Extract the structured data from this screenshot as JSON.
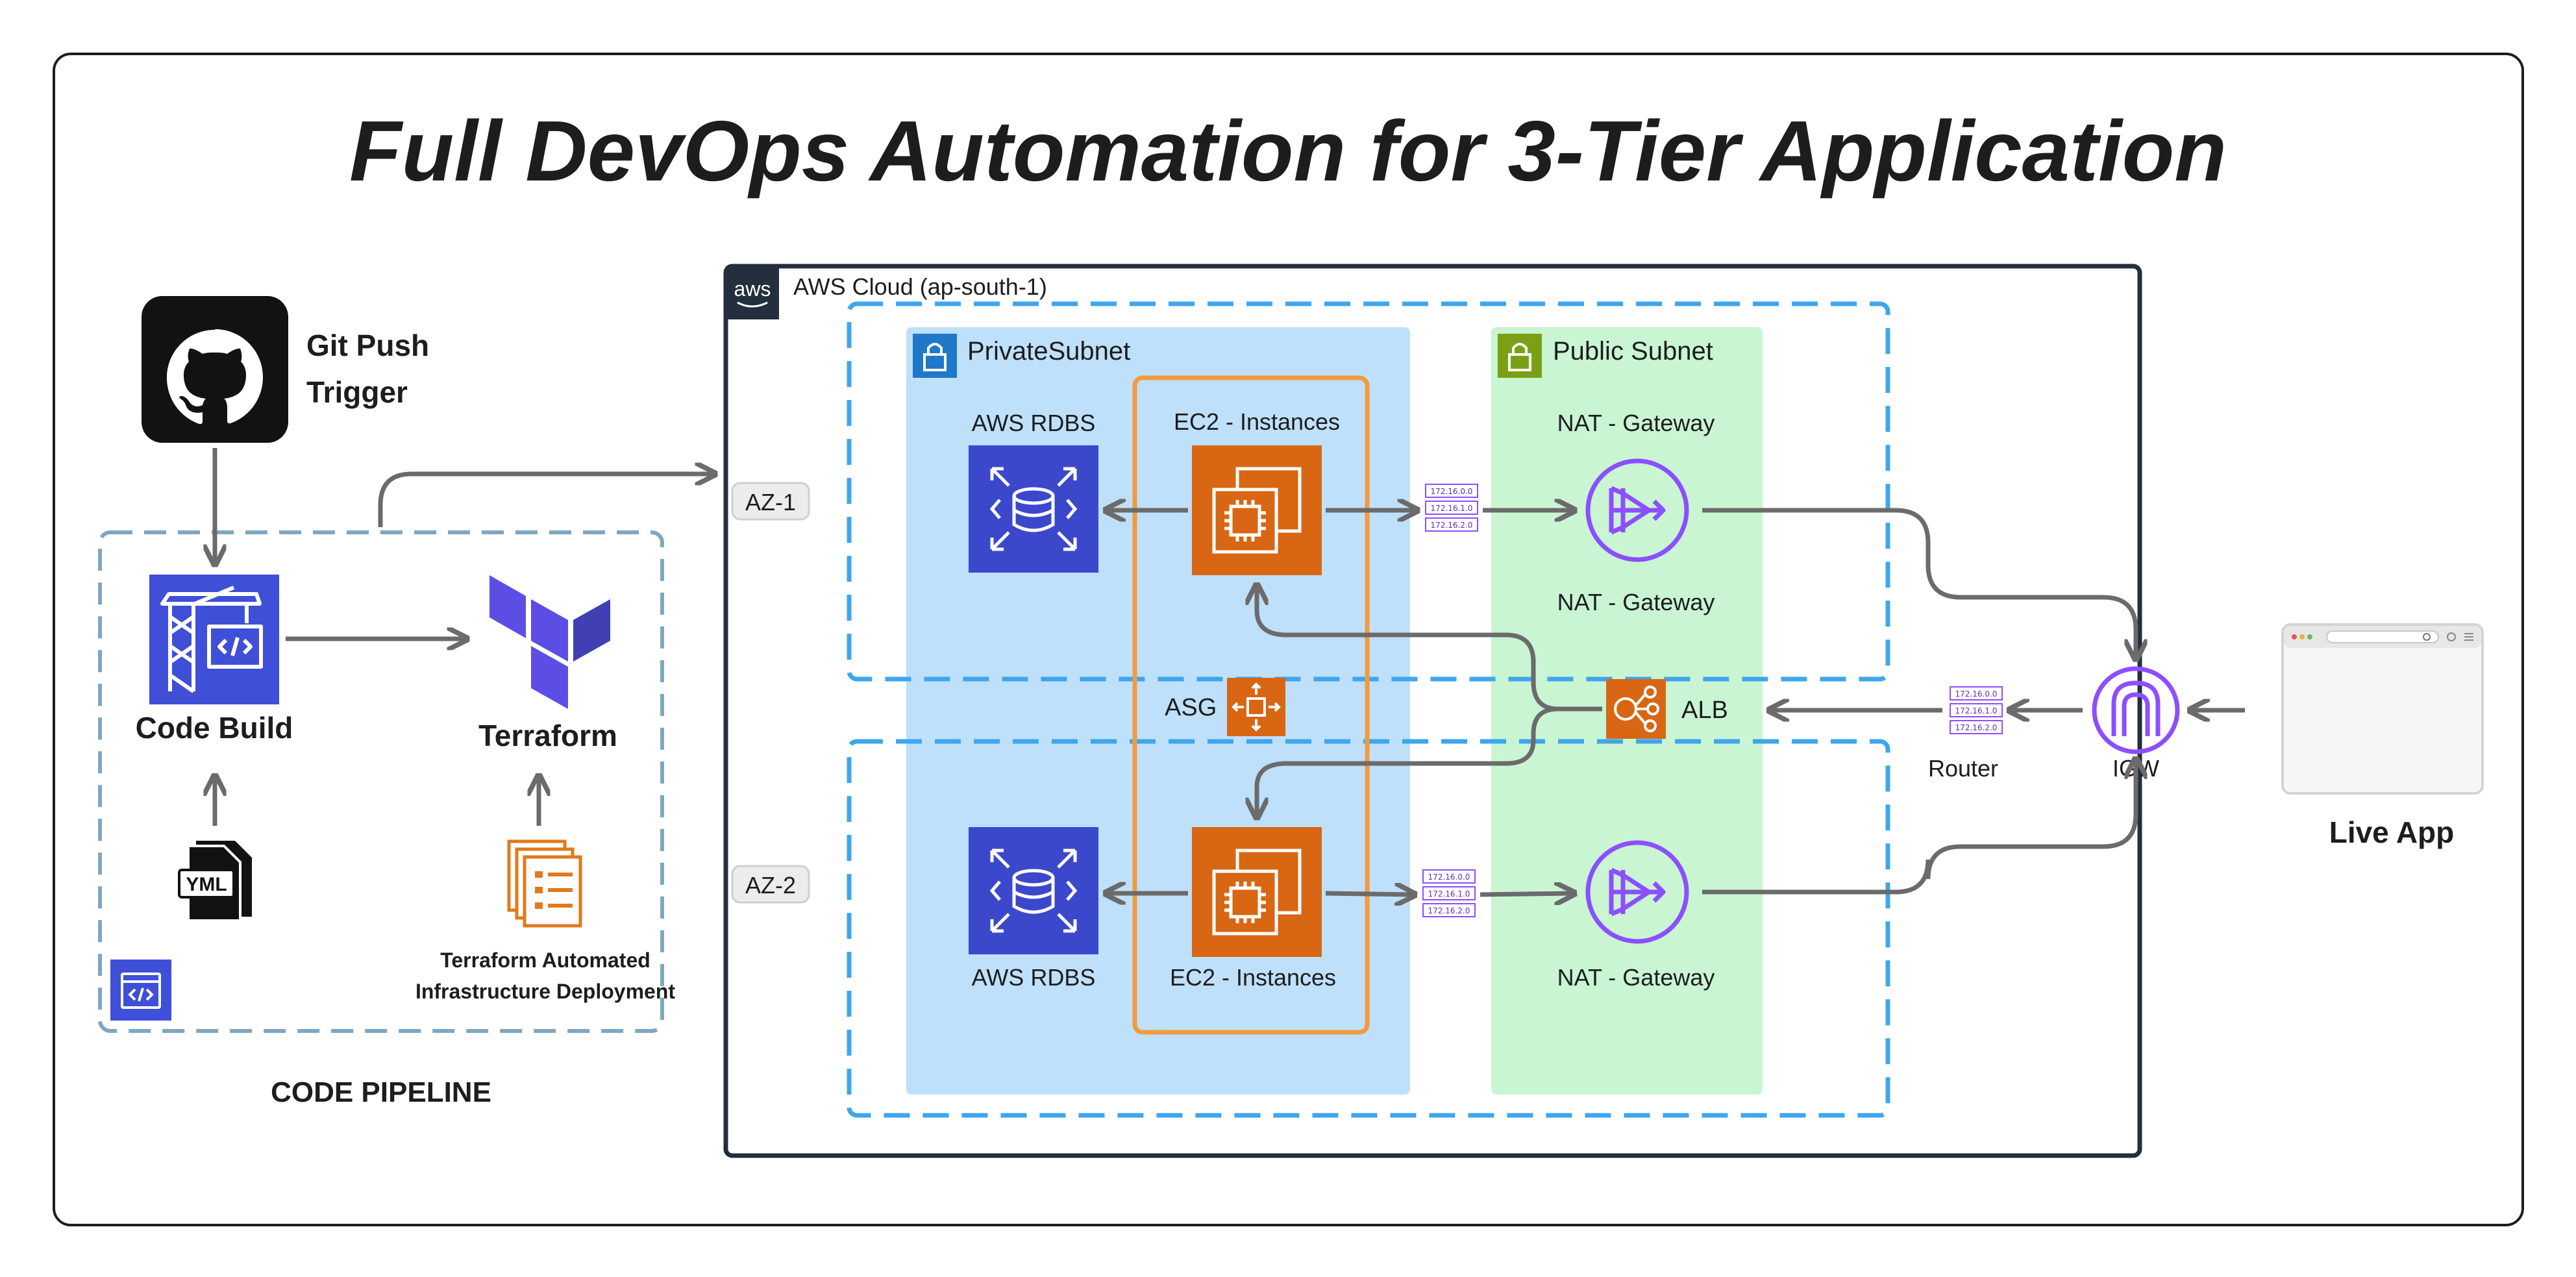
{
  "title": "Full DevOps Automation for 3-Tier Application",
  "pipeline": {
    "git_trigger": "Git Push Trigger",
    "git_trigger_line1": "Git Push",
    "git_trigger_line2": "Trigger",
    "code_build": "Code Build",
    "terraform": "Terraform",
    "yml_badge": "YML",
    "terraform_caption_line1": "Terraform Automated",
    "terraform_caption_line2": "Infrastructure Deployment",
    "pipeline_label": "CODE PIPELINE"
  },
  "aws": {
    "logo_text": "aws",
    "cloud_label": "AWS Cloud (ap-south-1)",
    "az1": "AZ-1",
    "az2": "AZ-2",
    "private_subnet": "PrivateSubnet",
    "public_subnet": "Public Subnet",
    "rdbs_top": "AWS RDBS",
    "rdbs_bottom": "AWS RDBS",
    "ec2_top": "EC2 - Instances",
    "ec2_bottom": "EC2 - Instances",
    "nat_top_a": "NAT - Gateway",
    "nat_top_b": "NAT - Gateway",
    "nat_bottom": "NAT - Gateway",
    "asg": "ASG",
    "alb": "ALB",
    "router": "Router",
    "igw": "IGW",
    "route_table_entries": [
      "172.16.0.0",
      "172.16.1.0",
      "172.16.2.0"
    ]
  },
  "live_app": "Live App",
  "colors": {
    "aws_dark": "#232f3e",
    "az_dash": "#3ea6ec",
    "private_fill": "#bfe0fa",
    "public_fill": "#c9f5d3",
    "public_badge": "#7aa116",
    "private_badge": "#1f78c8",
    "ec2_orange": "#d86613",
    "asg_group": "#f19b3e",
    "rds_blue": "#3b48cc",
    "nat_purple": "#8c4fff",
    "codebuild_blue": "#3f4fd8",
    "terraform_purple": "#7b42bc",
    "arrow_gray": "#6b6b6b",
    "pipeline_dash": "#7fa6c3"
  },
  "icons": [
    "github-icon",
    "codebuild-icon",
    "terraform-icon",
    "yml-file-icon",
    "terraform-docs-icon",
    "codepipeline-icon",
    "aws-logo-icon",
    "lock-icon",
    "rds-icon",
    "ec2-icon",
    "nat-gateway-icon",
    "asg-icon",
    "alb-icon",
    "route-table-icon",
    "igw-icon",
    "browser-icon"
  ]
}
